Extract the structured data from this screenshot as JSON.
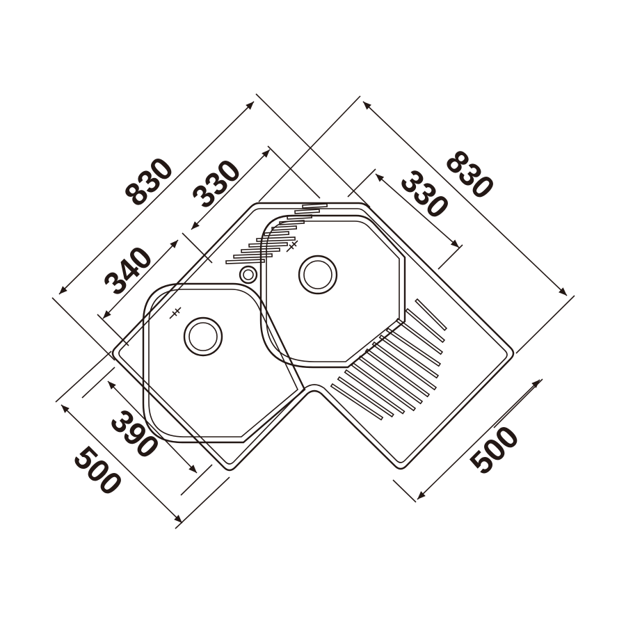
{
  "dimensions": {
    "left_total_width": "830",
    "left_bowl_offset": "330",
    "left_inner": "340",
    "right_total_width": "830",
    "right_bowl_offset": "330",
    "right_depth": "500",
    "left_bowl_width": "390",
    "left_depth": "500"
  },
  "colors": {
    "line": "#231815",
    "background": "#ffffff"
  }
}
